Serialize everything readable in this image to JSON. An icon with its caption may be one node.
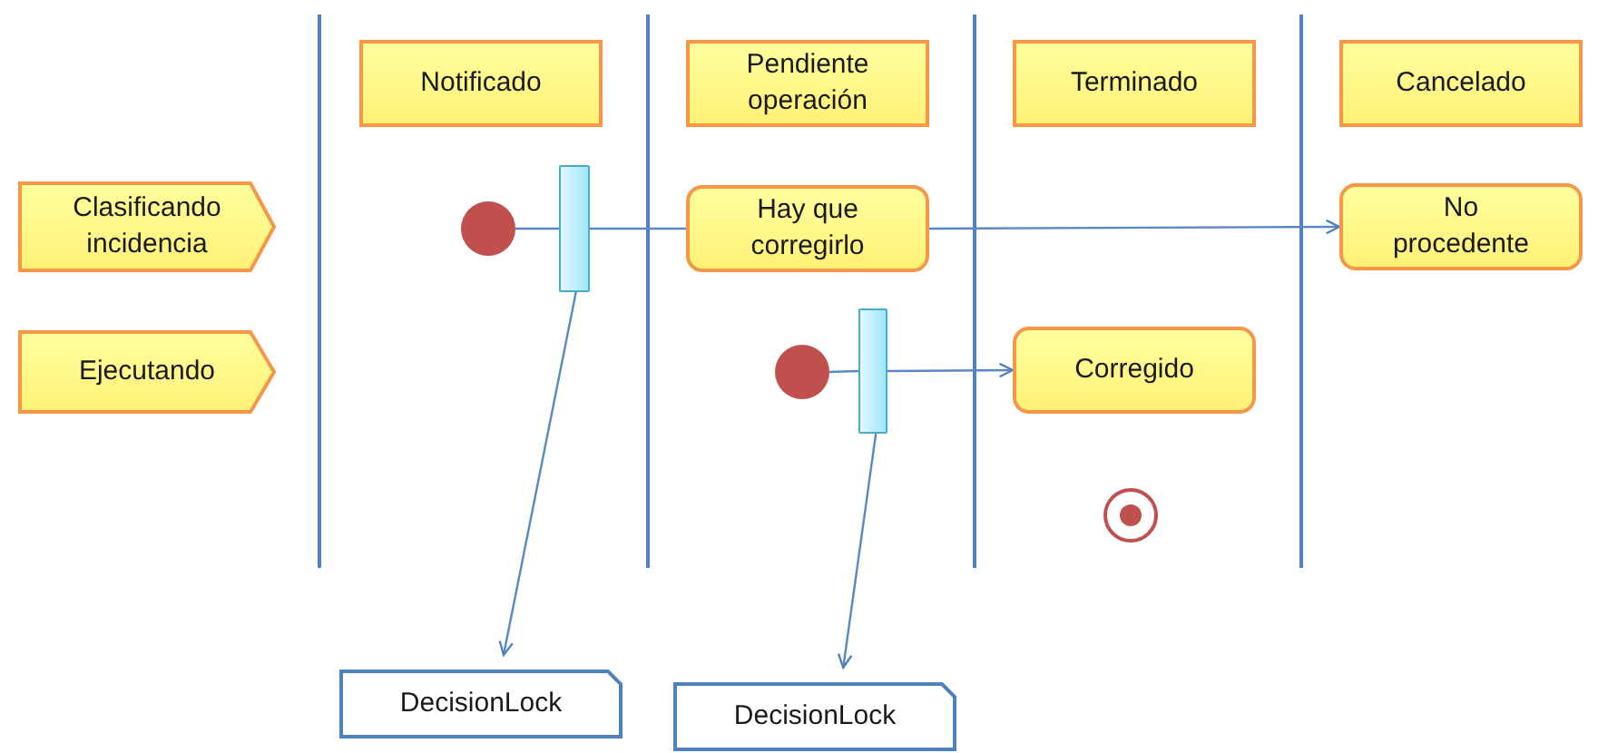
{
  "diagram": {
    "nodes": [
      {
        "text": [
          "Notificado"
        ]
      },
      {
        "text": [
          "Pendiente operación"
        ]
      },
      {
        "text": [
          "Terminado"
        ]
      },
      {
        "text": [
          "Cancelado"
        ]
      },
      {
        "text": [
          "Clasificando incidencia"
        ]
      },
      {
        "text": [
          "Ejecutando"
        ]
      },
      {
        "text": [],
        "shape": "circle"
      },
      {
        "text": [],
        "shape": "bar"
      },
      {
        "text": [
          "Hay que corregirlo"
        ]
      },
      {
        "text": [
          "No procedente"
        ]
      },
      {
        "text": [],
        "shape": "circle"
      },
      {
        "text": [],
        "shape": "bar"
      },
      {
        "text": [
          "Corregido"
        ]
      },
      {
        "text": [],
        "shape": "circle"
      },
      {
        "text": [
          "DecisionLock"
        ]
      },
      {
        "text": [
          "DecisionLock"
        ]
      }
    ],
    "edges": [
      {
        "from": 6,
        "to": 7,
        "arrow": "none"
      },
      {
        "from": 7,
        "to": 8,
        "arrow": "none"
      },
      {
        "from": 8,
        "to": 9,
        "arrow": "to"
      },
      {
        "from": 10,
        "to": 11,
        "arrow": "none"
      },
      {
        "from": 11,
        "to": 12,
        "arrow": "to"
      },
      {
        "from": 7,
        "to": 14,
        "arrow": "to"
      },
      {
        "from": 11,
        "to": 15,
        "arrow": "to"
      }
    ]
  }
}
